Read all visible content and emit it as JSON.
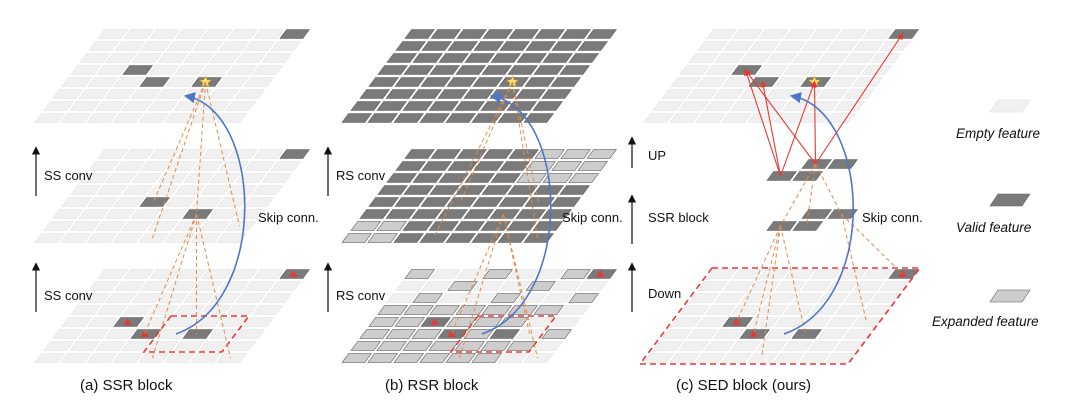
{
  "colors": {
    "empty_cell": "#f0f0f0",
    "valid_cell": "#7a7a7a",
    "expanded_cell": "#cdcdcd",
    "dashed_guides": "#e28a4a",
    "region_outline": "#e53935",
    "skip_connection": "#4d76c9",
    "marker": "#e53935",
    "star": "#ffe17a"
  },
  "icons": {
    "marker": "triangle-icon",
    "output": "star-icon",
    "stage_arrow": "arrow-up-icon"
  },
  "panels": [
    {
      "caption": "(a) SSR block",
      "skip_label": "Skip conn.",
      "stages": [
        "SS conv",
        "SS conv"
      ]
    },
    {
      "caption": "(b) RSR block",
      "skip_label": "Skip conn.",
      "stages": [
        "RS conv",
        "RS conv"
      ]
    },
    {
      "caption": "(c) SED block (ours)",
      "skip_label": "Skip conn.",
      "stages": [
        "UP",
        "SSR block",
        "Down"
      ]
    }
  ],
  "legend": [
    {
      "label": "Empty feature",
      "kind": "empty"
    },
    {
      "label": "Valid feature",
      "kind": "valid"
    },
    {
      "label": "Expanded feature",
      "kind": "expanded"
    }
  ]
}
